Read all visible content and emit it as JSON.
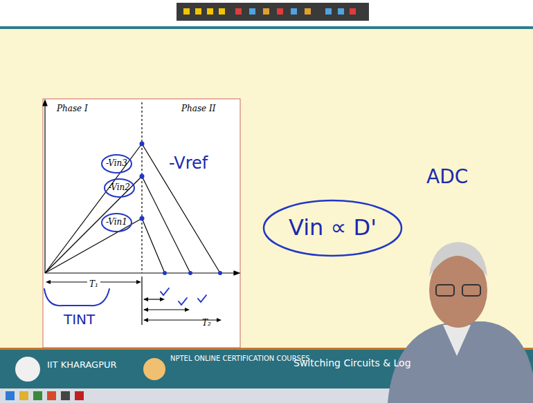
{
  "diagram": {
    "nodes": [
      {
        "text": [
          "-Vin3"
        ]
      },
      {
        "text": [
          "-Vin2"
        ]
      },
      {
        "text": [
          "-Vin1"
        ]
      },
      {
        "text": [
          "Vin ∝ D'"
        ]
      }
    ],
    "labels": [
      "Phase I",
      "Phase II",
      "T₁",
      "T₂",
      "-Vref",
      "TINT",
      "ADC",
      "IIT KHARAGPUR",
      "NPTEL ONLINE CERTIFICATION COURSES",
      "Switching Circuits & Log"
    ]
  }
}
